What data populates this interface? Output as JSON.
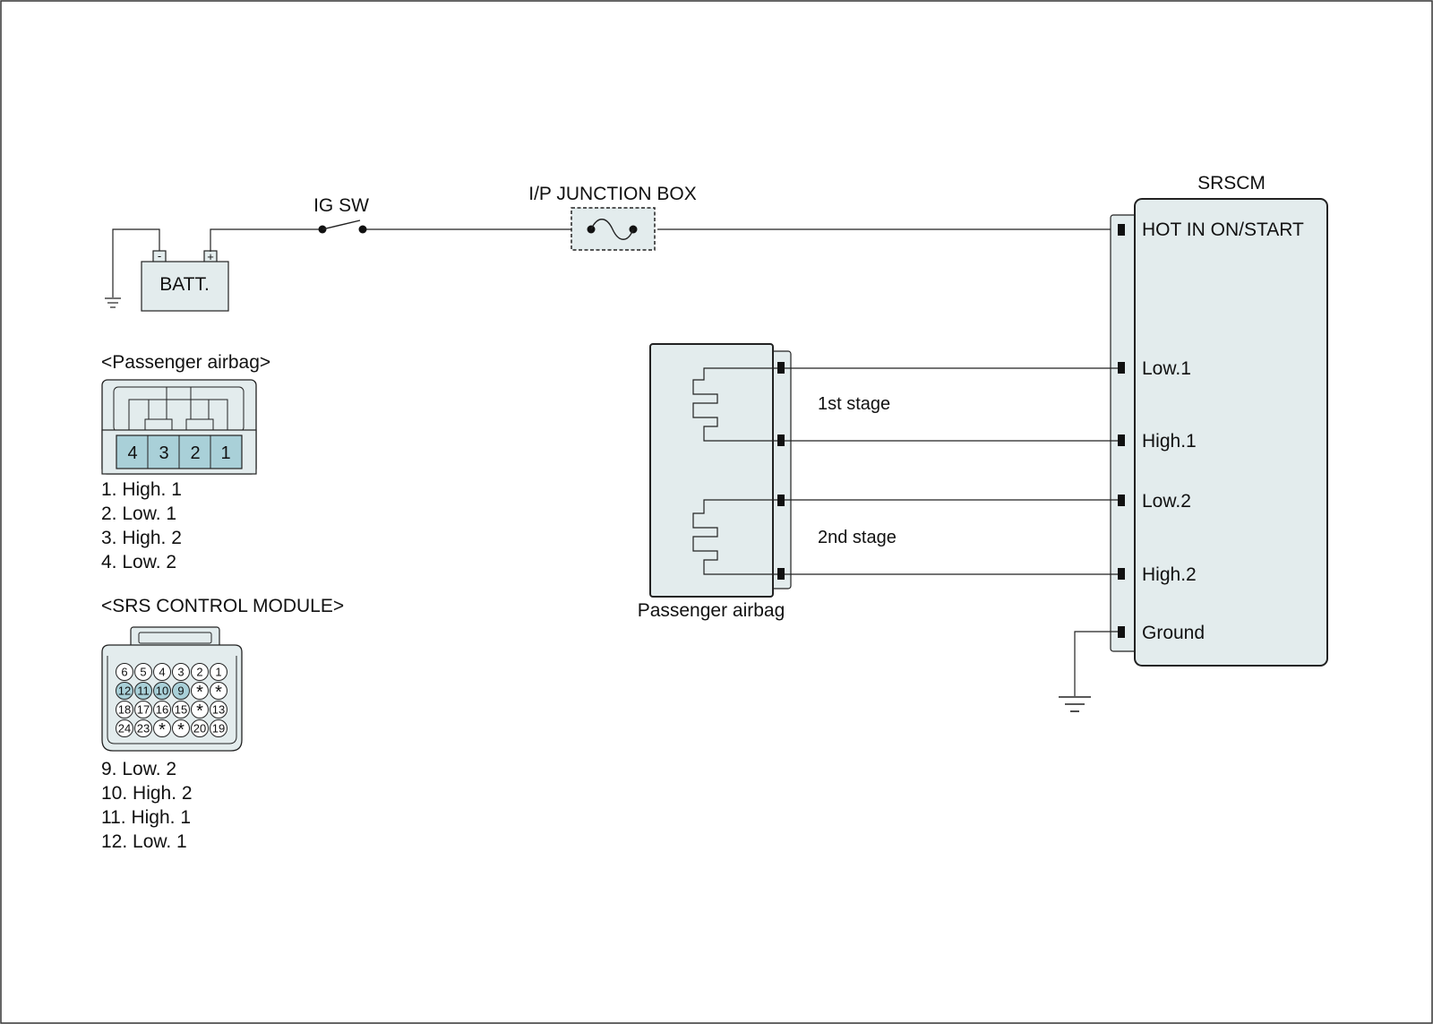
{
  "power": {
    "battery_label": "BATT.",
    "battery_minus": "-",
    "battery_plus": "+",
    "ig_switch_label": "IG SW",
    "junction_box_label": "I/P JUNCTION BOX"
  },
  "srscm": {
    "title": "SRSCM",
    "pins": [
      "HOT IN ON/START",
      "Low.1",
      "High.1",
      "Low.2",
      "High.2",
      "Ground"
    ]
  },
  "airbag": {
    "label": "Passenger airbag",
    "stage1": "1st stage",
    "stage2": "2nd stage"
  },
  "passenger_connector": {
    "heading": "<Passenger airbag>",
    "pin_numbers": [
      "4",
      "3",
      "2",
      "1"
    ],
    "pin_list": [
      "1. High. 1",
      "2. Low. 1",
      "3. High. 2",
      "4. Low. 2"
    ]
  },
  "srs_connector": {
    "heading": "<SRS CONTROL MODULE>",
    "rows": [
      [
        "6",
        "5",
        "4",
        "3",
        "2",
        "1"
      ],
      [
        "12",
        "11",
        "10",
        "9",
        "*",
        "*"
      ],
      [
        "18",
        "17",
        "16",
        "15",
        "*",
        "13"
      ],
      [
        "24",
        "23",
        "*",
        "*",
        "20",
        "19"
      ]
    ],
    "highlighted": [
      "12",
      "11",
      "10",
      "9"
    ],
    "pin_list": [
      "9. Low. 2",
      "10. High. 2",
      "11. High. 1",
      "12. Low. 1"
    ]
  },
  "colors": {
    "fill_light": "#e3eced",
    "fill_pin": "#a9d0d8",
    "line": "#222222"
  }
}
